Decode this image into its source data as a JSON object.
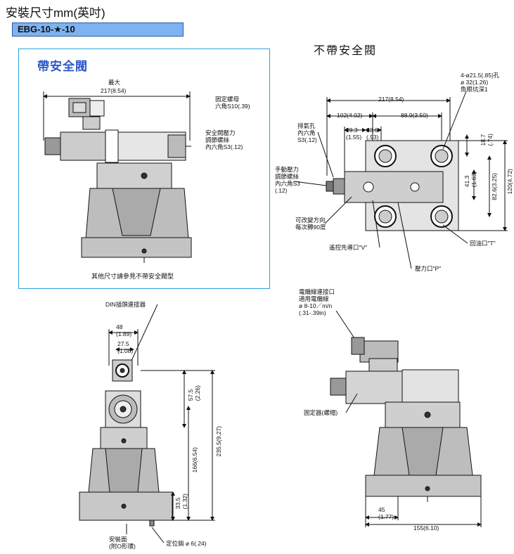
{
  "title": "安裝尺寸mm(英吋)",
  "model": "EBG-10-★-10",
  "left_panel": {
    "title": "帶安全閥",
    "dim_max_label": "最大",
    "dim_max_value": "217(8.54)",
    "callout_nut": "固定螺母\n六角S10(.39)",
    "callout_relief": "安全閥壓力\n調節螺絲\n內六角S3(.12)",
    "footnote": "其他尺寸請參見不帶安全閥型"
  },
  "right_top": {
    "title": "不帶安全閥",
    "callout_holes": "4-ø21.5(.85)孔\nø 32(1.26)\n魚眼坑深1",
    "dim_217": "217(8.54)",
    "dim_102": "102(4.02)",
    "dim_88_9": "88.9(3.50)",
    "dim_39_3": "39.3\n(1.55)",
    "dim_23_6": "23.6\n(.93)",
    "dim_18_7": "18.7\n(.74)",
    "dim_41_3": "41.3\n(1.63)",
    "dim_82_6": "82.6(3.25)",
    "dim_120": "120(4.72)",
    "callout_vent": "排氣孔\n內六角\nS3(.12)",
    "callout_manual": "手動壓力\n調節螺絲\n內六角S3\n(.12)",
    "callout_rotate": "可改變方向\n每次轉90度",
    "callout_pilot": "遙控先導口\"V\"",
    "callout_return": "回油口\"T\"",
    "callout_pressure": "壓力口\"P\""
  },
  "bottom_left": {
    "callout_din": "DIN插頭連接器",
    "dim_48": "48\n(1.89)",
    "dim_27_5": "27.5\n(1.08)",
    "dim_57_5": "57.5\n(2.26)",
    "dim_166": "166(6.54)",
    "dim_235_5": "235.5(9.27)",
    "dim_33_5": "33.5\n(1.32)",
    "callout_face": "安裝面\n(附O形環)",
    "callout_pin": "定位銷 ø 6(.24)"
  },
  "bottom_right": {
    "callout_cable": "電纜線連接口\n適用電纜線\nø 8-10／m/n\n(.31-.39in)",
    "callout_fix": "固定器(螺帽)",
    "dim_45": "45\n(1.77)",
    "dim_155": "155(6.10)"
  }
}
